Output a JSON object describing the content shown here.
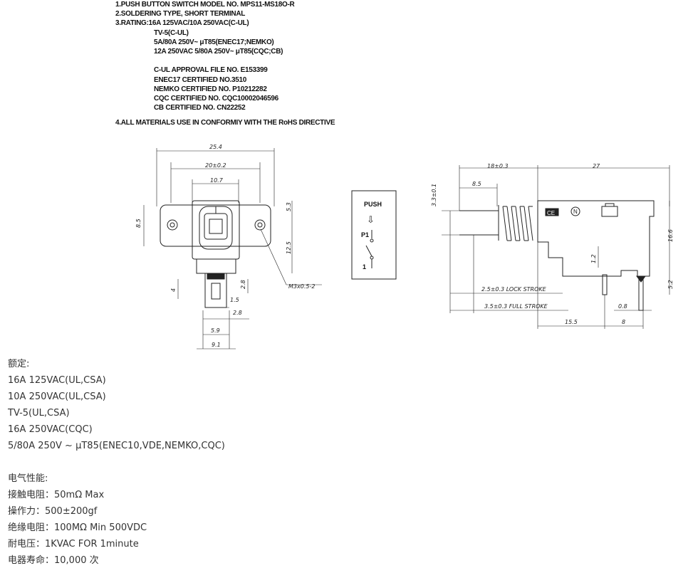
{
  "spec": {
    "line1": "1.PUSH BUTTON SWITCH MODEL NO. MPS11-MS18O-R",
    "line2": "2.SOLDERING TYPE, SHORT TERMINAL",
    "line3": "3.RATING:16A 125VAC/10A 250VAC(C-UL)",
    "rating_lines": [
      "TV-5(C-UL)",
      "5A/80A 250V~ μT85(ENEC17;NEMKO)",
      "12A 250VAC 5/80A 250V~ μT85(CQC;CB)"
    ],
    "cert_lines": [
      "C-UL APPROVAL FILE NO. E153399",
      "ENEC17 CERTIFIED NO.3510",
      "NEMKO CERTIFIED NO. P10212282",
      "CQC CERTIFIED NO. CQC10002046596",
      "CB CERTIFIED NO. CN22252"
    ],
    "line4": "4.ALL MATERIALS USE IN CONFORMIY  WITH THE RoHS DIRECTIVE"
  },
  "front_view": {
    "dim_25_4": "25.4",
    "dim_20": "20±0.2",
    "dim_10_7": "10.7",
    "dim_8_5": "8.5",
    "dim_5_3": "5.3",
    "dim_12_5": "12.5",
    "dim_4": "4",
    "dim_2_8a": "2.8",
    "dim_1_5": "1.5",
    "dim_2_8b": "2.8",
    "dim_5_9": "5.9",
    "dim_9_1": "9.1",
    "thread": "M3x0.5-2"
  },
  "symbol": {
    "title": "PUSH",
    "arrow": "⇩",
    "p1": "P1",
    "one": "1"
  },
  "side_view": {
    "dim_18": "18±0.3",
    "dim_27": "27",
    "dim_8_5": "8.5",
    "dim_3_3": "3.3±0.1",
    "dim_16_6": "16.6",
    "dim_1_2": "1.2",
    "dim_5_2": "5.2",
    "lock_stroke": "2.5±0.3  LOCK  STROKE",
    "full_stroke": "3.5±0.3  FULL  STROKE",
    "dim_0_8": "0.8",
    "dim_15_5": "15.5",
    "dim_8": "8",
    "mark_n": "N",
    "mark_ce": "CE"
  },
  "bottom": {
    "rating_heading": "额定:",
    "ratings": [
      "16A 125VAC(UL,CSA)",
      "10A 250VAC(UL,CSA)",
      "TV-5(UL,CSA)",
      "16A 250VAC(CQC)",
      "5/80A 250V ~ μT85(ENEC10,VDE,NEMKO,CQC)"
    ],
    "electrical_heading": "电气性能:",
    "electrical": [
      "接触电阻：50mΩ Max",
      "操作力：500±200gf",
      "绝缘电阻：100MΩ Min 500VDC",
      "耐电压：1KVAC FOR 1minute",
      "电器寿命：10,000 次"
    ]
  }
}
